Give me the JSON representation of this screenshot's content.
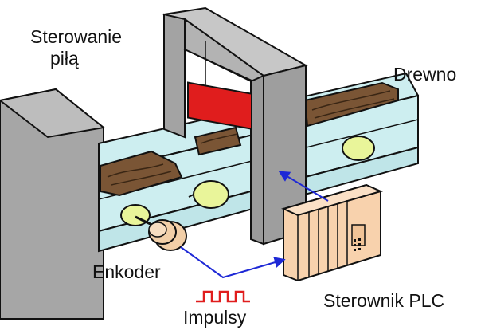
{
  "diagram": {
    "labels": {
      "saw_control_line1": "Sterowanie",
      "saw_control_line2": "piłą",
      "wood": "Drewno",
      "encoder": "Enkoder",
      "pulses": "Impulsy",
      "plc": "Sterownik PLC"
    },
    "colors": {
      "conveyor": "#cdeef0",
      "roller": "#e9f59a",
      "wood": "#7a5535",
      "saw_blade": "#e01d1d",
      "frame": "#9e9e9e",
      "plc_body": "#f8d2ad",
      "encoder": "#f2cfa8",
      "signal_line": "#1d28d6",
      "pulse_wave": "#e01d1d"
    },
    "icons": [
      "machine-block",
      "conveyor",
      "rollers",
      "wood-planks",
      "saw-frame",
      "saw-blade",
      "encoder",
      "plc-unit",
      "pulse-waveform",
      "signal-arrow"
    ]
  }
}
